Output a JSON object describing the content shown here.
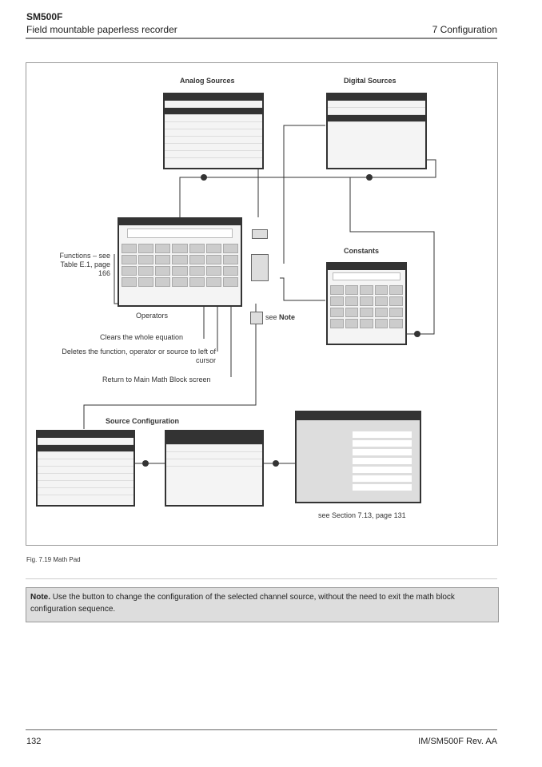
{
  "header": {
    "product": "SM500F",
    "subtitle": "Field mountable paperless recorder",
    "section": "7 Configuration"
  },
  "figure": {
    "analog_sources": "Analog Sources",
    "digital_sources": "Digital Sources",
    "constants": "Constants",
    "functions": "Functions – see Table E.1, page 166",
    "operators": "Operators",
    "see_note_prefix": "see",
    "see_note_bold": "Note",
    "clears": "Clears the whole equation",
    "deletes": "Deletes the function, operator or source to left of cursor",
    "return": "Return to Main Math Block screen",
    "source_configuration": "Source Configuration",
    "see_section": "see Section 7.13, page 131",
    "caption": "Fig. 7.19 Math Pad"
  },
  "note": {
    "label": "Note.",
    "text": "Use the button to change the configuration of the selected channel source, without the need to exit the math block configuration sequence."
  },
  "footer": {
    "page": "132",
    "doc": "IM/SM500F Rev. AA"
  }
}
